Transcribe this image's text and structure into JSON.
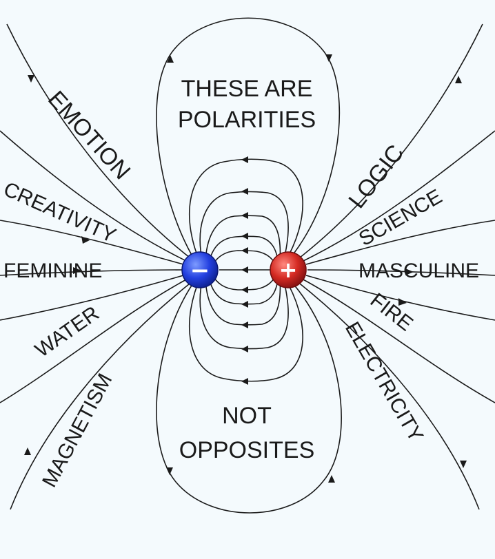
{
  "captions": {
    "top_line1": "THESE ARE",
    "top_line2": "POLARITIES",
    "bottom_line1": "NOT",
    "bottom_line2": "OPPOSITES"
  },
  "left_labels": {
    "emotion": "EMOTION",
    "creativity": "CREATIVITY",
    "feminine": "FEMININE",
    "water": "WATER",
    "magnetism": "MAGNETISM"
  },
  "right_labels": {
    "logic": "LOGIC",
    "science": "SCIENCE",
    "masculine": "MASCULINE",
    "fire": "FIRE",
    "electricity": "ELECTRICITY"
  },
  "charges": {
    "negative": {
      "sign": "−",
      "color": "#1f3fd6"
    },
    "positive": {
      "sign": "+",
      "color": "#d42a22"
    }
  },
  "colors": {
    "background": "#f4fafd",
    "line": "#1a1a1a"
  }
}
